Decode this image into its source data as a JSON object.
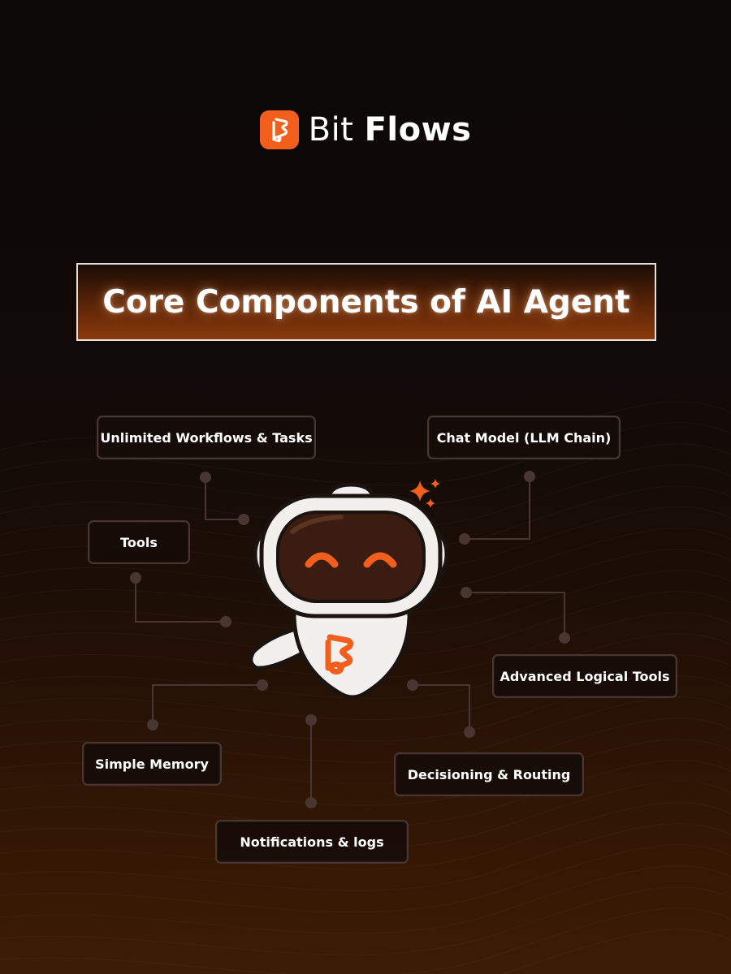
{
  "brand": {
    "name_light": "Bit",
    "name_bold": "Flows"
  },
  "title": "Core Components of AI Agent",
  "components": [
    "Unlimited Workflows & Tasks",
    "Chat Model (LLM Chain)",
    "Tools",
    "Advanced Logical Tools",
    "Simple Memory",
    "Decisioning & Routing",
    "Notifications & logs"
  ],
  "colors": {
    "accent": "#f25f1d",
    "background_top": "#0c0808",
    "background_bottom": "#3d1c04"
  }
}
